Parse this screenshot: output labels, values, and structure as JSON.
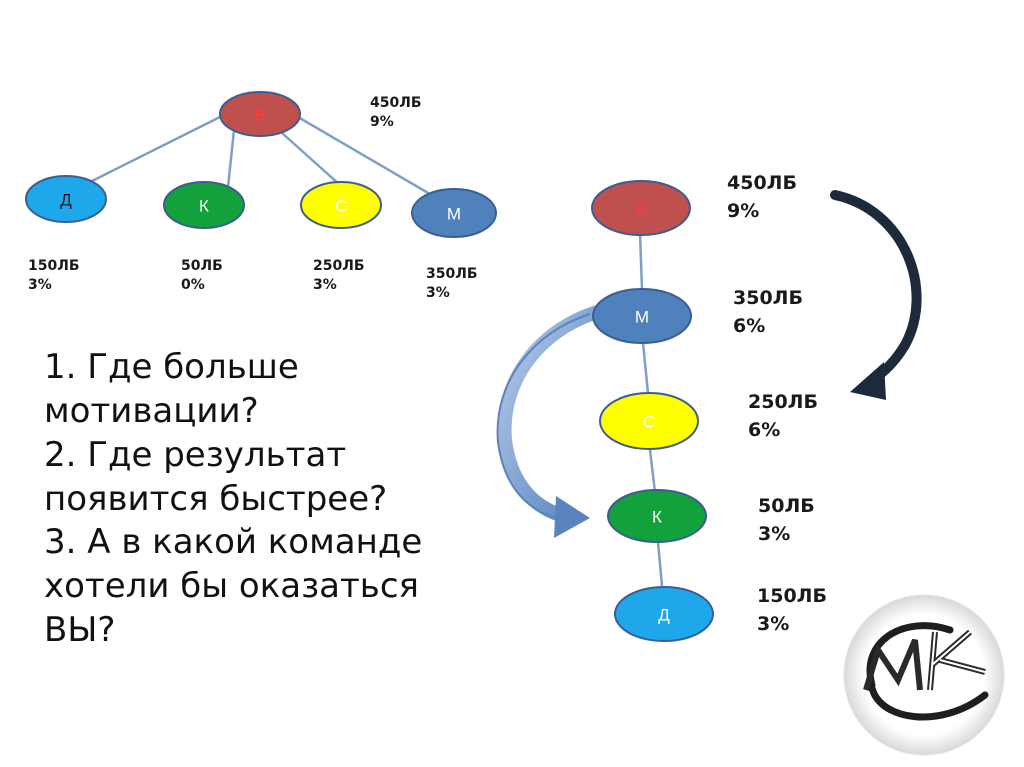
{
  "tree": {
    "nodes": [
      {
        "label": "В",
        "color": "#c0504d",
        "text_color": "#ff3b3b"
      },
      {
        "label": "Д",
        "color": "#1ea7ea",
        "text_color": "#1a1a1a"
      },
      {
        "label": "К",
        "color": "#12a13a",
        "text_color": "#ffffff"
      },
      {
        "label": "С",
        "color": "#ffff00",
        "text_color": "#ffffff"
      },
      {
        "label": "М",
        "color": "#4f81bd",
        "text_color": "#ffffff"
      }
    ],
    "values": [
      {
        "amount": "450ЛБ",
        "percent": "9%"
      },
      {
        "amount": "150ЛБ",
        "percent": "3%"
      },
      {
        "amount": "50ЛБ",
        "percent": "0%"
      },
      {
        "amount": "250ЛБ",
        "percent": "3%"
      },
      {
        "amount": "350ЛБ",
        "percent": "3%"
      }
    ]
  },
  "chain": {
    "nodes": [
      {
        "label": "В",
        "color": "#c0504d",
        "text_color": "#ff3b3b"
      },
      {
        "label": "М",
        "color": "#4f81bd",
        "text_color": "#ffffff"
      },
      {
        "label": "С",
        "color": "#ffff00",
        "text_color": "#ffffff"
      },
      {
        "label": "К",
        "color": "#12a13a",
        "text_color": "#ffffff"
      },
      {
        "label": "Д",
        "color": "#1ea7ea",
        "text_color": "#ffffff"
      }
    ],
    "values": [
      {
        "amount": "450ЛБ",
        "percent": "9%"
      },
      {
        "amount": "350ЛБ",
        "percent": "6%"
      },
      {
        "amount": "250ЛБ",
        "percent": "6%"
      },
      {
        "amount": "50ЛБ",
        "percent": "3%"
      },
      {
        "amount": "150ЛБ",
        "percent": "3%"
      }
    ]
  },
  "questions": [
    "1. Где больше",
    "мотивации?",
    "2. Где результат",
    "появится быстрее?",
    "3. А в какой команде",
    "хотели бы оказаться",
    "ВЫ?"
  ],
  "logo": {
    "icon": "mk-logo",
    "text": "МК"
  },
  "edge_color": "#7f9fc6"
}
